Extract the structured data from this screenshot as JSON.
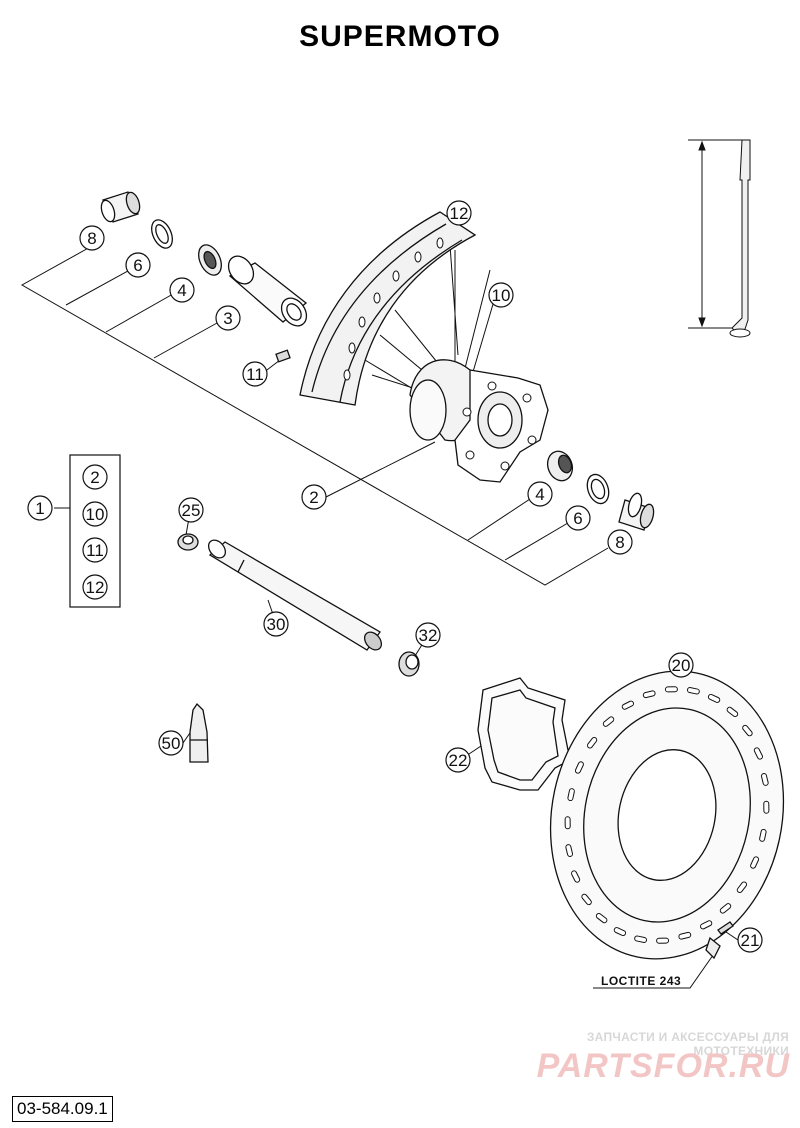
{
  "title": "SUPERMOTO",
  "callouts": {
    "c8a": "8",
    "c6a": "6",
    "c4a": "4",
    "c3": "3",
    "c11": "11",
    "c12": "12",
    "c10": "10",
    "c2": "2",
    "c4b": "4",
    "c6b": "6",
    "c8b": "8",
    "c25": "25",
    "c30": "30",
    "c32": "32",
    "c50": "50",
    "c22": "22",
    "c20": "20",
    "c21": "21",
    "c1": "1",
    "kit": [
      "2",
      "10",
      "11",
      "12"
    ]
  },
  "note": "LOCTITE 243",
  "watermark": {
    "line1": "ЗАПЧАСТИ И АКСЕССУАРЫ ДЛЯ МОТОТЕХНИКИ",
    "logo": "PARTSFOR.RU"
  },
  "doc_code": "03-584.09.1",
  "colors": {
    "ink": "#111111",
    "hatch": "#888888",
    "watermark": "#f3c6c6"
  }
}
